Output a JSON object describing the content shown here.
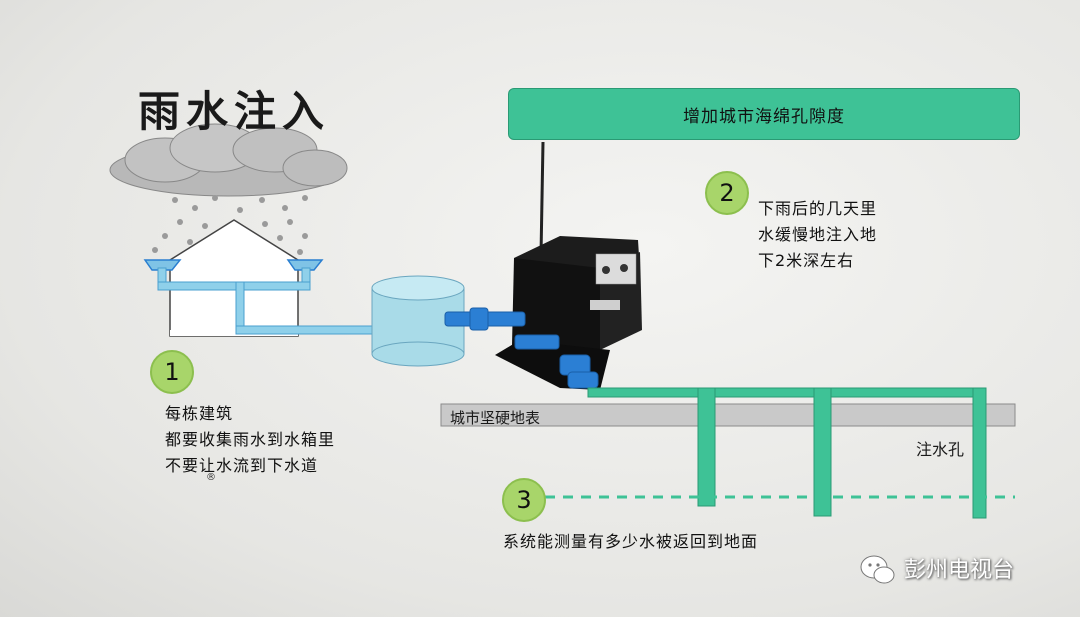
{
  "title": "雨水注入",
  "banner": "增加城市海绵孔隙度",
  "steps": [
    {
      "number": "1",
      "lines": [
        "每栋建筑",
        "都要收集雨水到水箱里",
        "不要让水流到下水道"
      ]
    },
    {
      "number": "2",
      "lines": [
        "下雨后的几天里",
        "水缓慢地注入地",
        "下2米深左右"
      ]
    },
    {
      "number": "3",
      "lines": [
        "系统能测量有多少水被返回到地面"
      ]
    }
  ],
  "labels": {
    "surface": "城市坚硬地表",
    "hole": "注水孔",
    "registered_mark": "®"
  },
  "watermark": {
    "text": "彭州电视台",
    "icon": "wechat-icon"
  },
  "colors": {
    "green_pipe": "#3ec296",
    "badge": "#a8d56a",
    "water": "#a9dbe8",
    "blue_pipe": "#2a7fd0",
    "cloud": "#b5b5b5"
  }
}
